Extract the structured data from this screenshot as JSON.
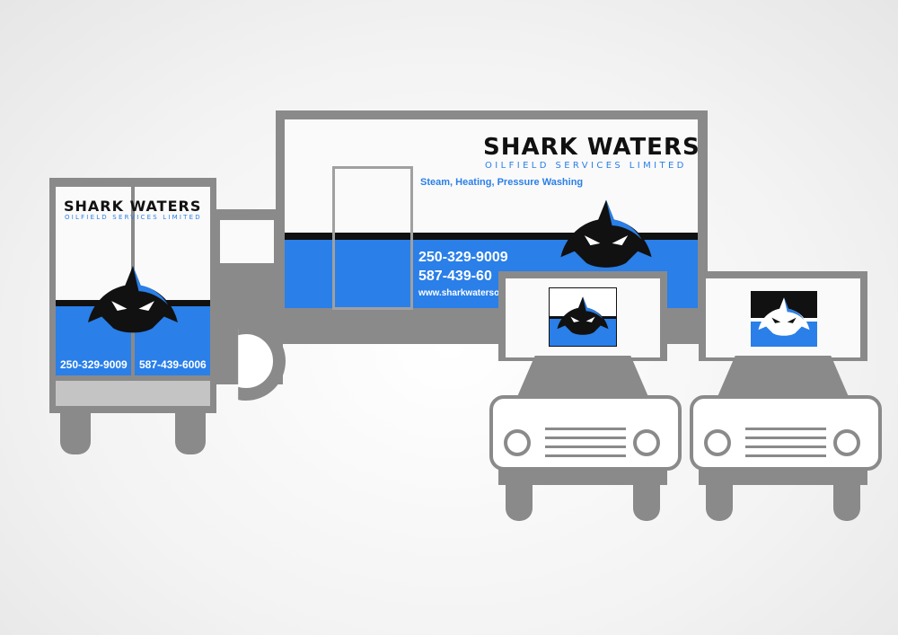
{
  "brand": {
    "name": "SHARK WATERS",
    "tagline": "OILFIELD SERVICES LIMITED",
    "services": "Steam, Heating, Pressure Washing",
    "phone_1": "250-329-9009",
    "phone_2": "587-439-6006",
    "phone_2_partial": "587-439-60",
    "website_partial": "www.sharkwaterso"
  },
  "colors": {
    "accent_blue": "#2a7fe8",
    "vehicle_gray": "#8a8a8a",
    "logo_black": "#111111"
  },
  "icons": [
    "shark-logo-icon"
  ]
}
